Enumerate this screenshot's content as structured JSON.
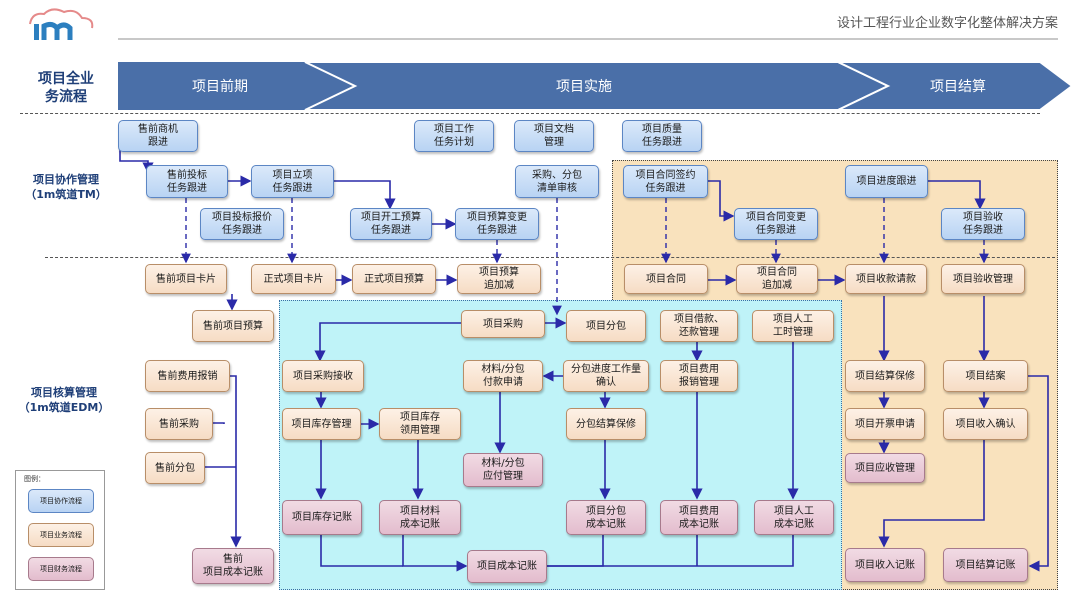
{
  "header": {
    "title": "设计工程行业企业数字化整体解决方案"
  },
  "lanes": {
    "business": "项目全业\n务流程",
    "tm": "项目协作管理\n（1m筑道TM）",
    "edm": "项目核算管理\n（1m筑道EDM）"
  },
  "phases": [
    "项目前期",
    "项目实施",
    "项目结算"
  ],
  "legend": {
    "title": "图例：",
    "items": [
      "项目协作流程",
      "项目业务流程",
      "项目财务流程"
    ]
  },
  "colors": {
    "collab": "#b8d3f3",
    "business": "#f6dcc4",
    "finance": "#e3bccd",
    "phase_arrow": "#4a6fa8",
    "region_cyan": "#bff3f8",
    "region_orange": "#f9e2bd"
  },
  "nodes": {
    "presale_opportunity": "售前商机\n跟进",
    "project_task_plan": "项目工作\n任务计划",
    "project_doc": "项目文档\n管理",
    "project_quality": "项目质量\n任务跟进",
    "presale_bid": "售前投标\n任务跟进",
    "project_setup": "项目立项\n任务跟进",
    "purchase_list_review": "采购、分包\n清单审核",
    "contract_sign": "项目合同签约\n任务跟进",
    "progress_track": "项目进度跟进",
    "bid_quote": "项目投标报价\n任务跟进",
    "start_budget": "项目开工预算\n任务跟进",
    "budget_change": "项目预算变更\n任务跟进",
    "contract_change": "项目合同变更\n任务跟进",
    "acceptance_task": "项目验收\n任务跟进",
    "presale_card": "售前项目卡片",
    "formal_card": "正式项目卡片",
    "formal_budget": "正式项目预算",
    "budget_adjust": "项目预算\n追加减",
    "contract": "项目合同",
    "contract_adjust": "项目合同\n追加减",
    "collection_request": "项目收款请款",
    "acceptance_mgmt": "项目验收管理",
    "presale_budget": "售前项目预算",
    "project_purchase": "项目采购",
    "project_subcontract": "项目分包",
    "loan_repay": "项目借款、\n还款管理",
    "labor_hours": "项目人工\n工时管理",
    "presale_expense": "售前费用报销",
    "purchase_receive": "项目采购接收",
    "material_pay_request": "材料/分包\n付款申请",
    "sub_progress_confirm": "分包进度工作量\n确认",
    "expense_claim": "项目费用\n报销管理",
    "settlement_warranty": "项目结算保修",
    "project_settlement": "项目结案",
    "presale_purchase": "售前采购",
    "inventory_mgmt": "项目库存管理",
    "inventory_use": "项目库存\n领用管理",
    "sub_settlement_warranty": "分包结算保修",
    "invoice_request": "项目开票申请",
    "revenue_confirm": "项目收入确认",
    "presale_subcontract": "售前分包",
    "material_payable": "材料/分包\n应付管理",
    "receivable_mgmt": "项目应收管理",
    "inventory_record": "项目库存记账",
    "material_cost": "项目材料\n成本记账",
    "sub_cost": "项目分包\n成本记账",
    "expense_cost": "项目费用\n成本记账",
    "labor_cost": "项目人工\n成本记账",
    "presale_cost": "售前\n项目成本记账",
    "project_cost": "项目成本记账",
    "revenue_record": "项目收入记账",
    "settlement_record": "项目结算记账"
  }
}
